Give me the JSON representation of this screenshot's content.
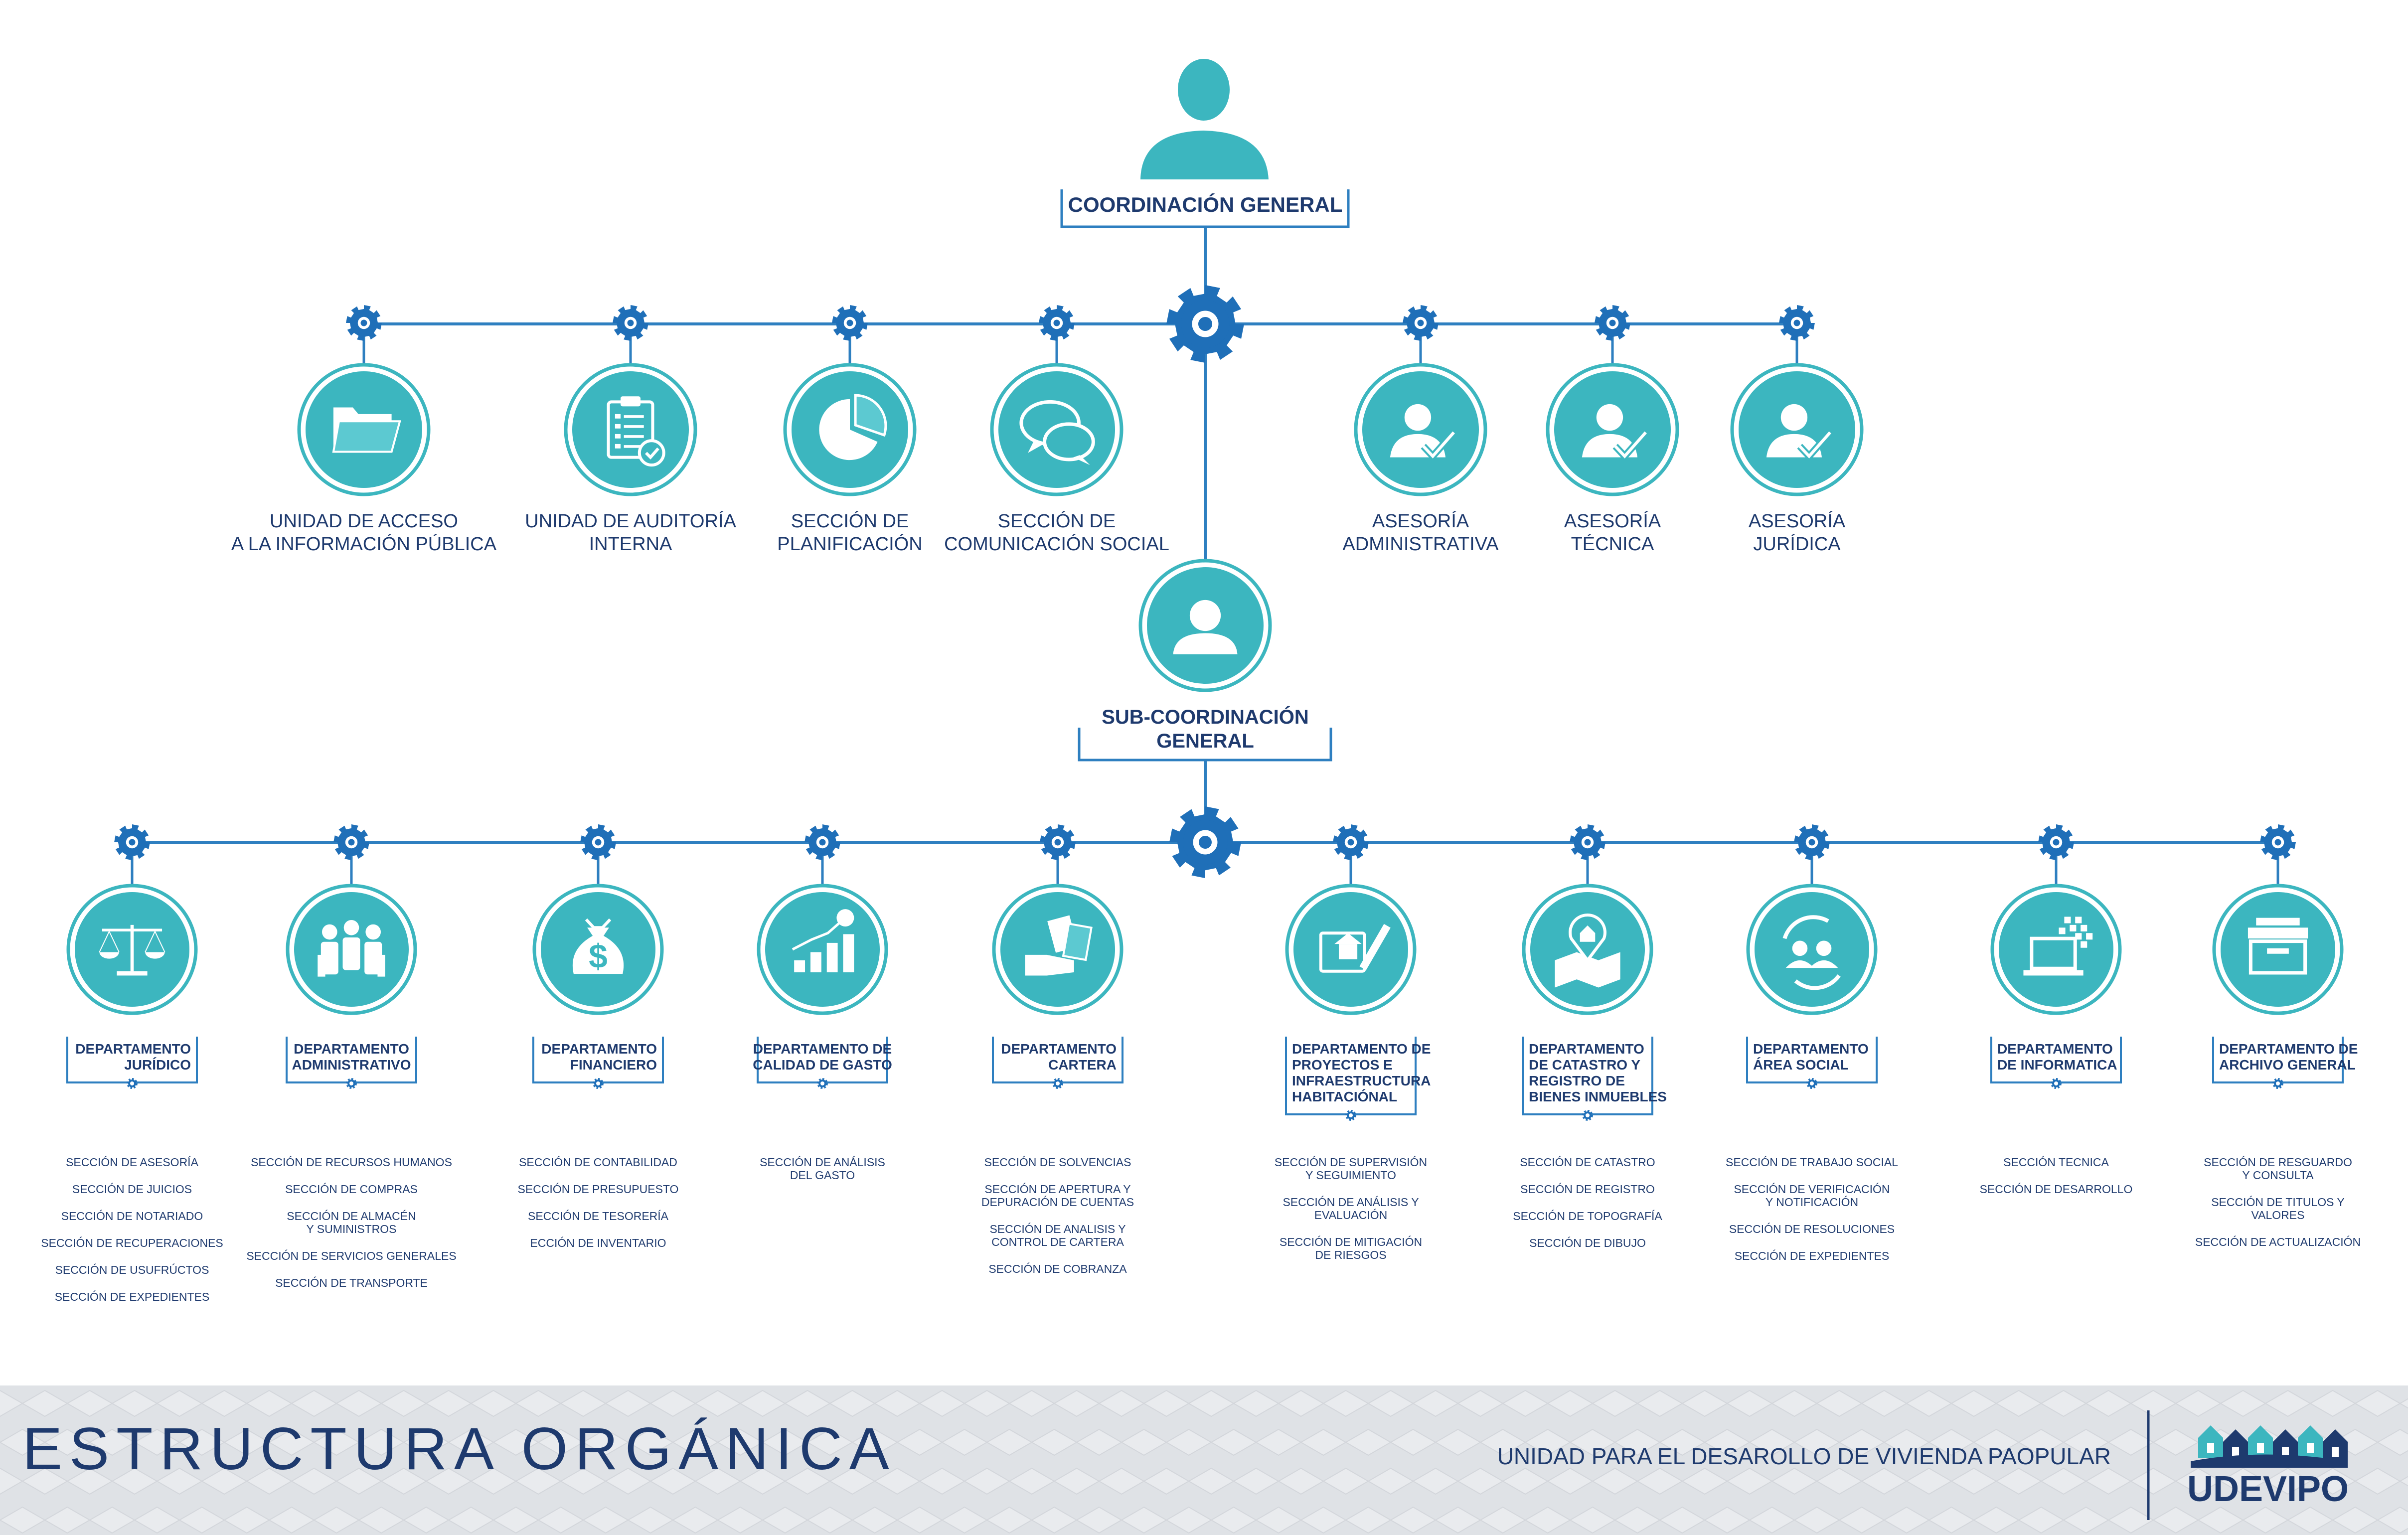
{
  "colors": {
    "navy": "#1e3a6e",
    "teal": "#3cb6bf",
    "line": "#2e7fc0",
    "gear": "#1f6fb8",
    "footer_bg": "#dfe2e6"
  },
  "top": {
    "title": "COORDINACIÓN GENERAL",
    "icon": "person-icon"
  },
  "advisory_units": [
    {
      "lines": [
        "UNIDAD DE ACCESO",
        "A LA INFORMACIÓN PÚBLICA"
      ],
      "icon": "folder-icon"
    },
    {
      "lines": [
        "UNIDAD DE AUDITORÍA",
        "INTERNA"
      ],
      "icon": "clipboard-icon"
    },
    {
      "lines": [
        "SECCIÓN DE",
        "PLANIFICACIÓN"
      ],
      "icon": "pie-chart-icon"
    },
    {
      "lines": [
        "SECCIÓN DE",
        "COMUNICACIÓN SOCIAL"
      ],
      "icon": "chat-bubbles-icon"
    },
    {
      "lines": [
        "ASESORÍA",
        "ADMINISTRATIVA"
      ],
      "icon": "advisor-check-icon"
    },
    {
      "lines": [
        "ASESORÍA",
        "TÉCNICA"
      ],
      "icon": "advisor-check-icon"
    },
    {
      "lines": [
        "ASESORÍA",
        "JURÍDICA"
      ],
      "icon": "advisor-check-icon"
    }
  ],
  "sub": {
    "title_lines": [
      "SUB-COORDINACIÓN",
      "GENERAL"
    ],
    "icon": "person-icon"
  },
  "departments": [
    {
      "lines": [
        "DEPARTAMENTO",
        "JURÍDICO"
      ],
      "align": "right",
      "icon": "scales-icon",
      "sections": [
        [
          "SECCIÓN DE ASESORÍA"
        ],
        [
          "SECCIÓN DE JUICIOS"
        ],
        [
          "SECCIÓN DE NOTARIADO"
        ],
        [
          "SECCIÓN DE RECUPERACIONES"
        ],
        [
          "SECCIÓN DE USUFRÚCTOS"
        ],
        [
          "SECCIÓN DE EXPEDIENTES"
        ]
      ]
    },
    {
      "lines": [
        "DEPARTAMENTO",
        "ADMINISTRATIVO"
      ],
      "align": "center",
      "icon": "staff-group-icon",
      "sections": [
        [
          "SECCIÓN DE RECURSOS HUMANOS"
        ],
        [
          "SECCIÓN DE COMPRAS"
        ],
        [
          "SECCIÓN DE ALMACÉN",
          "Y SUMINISTROS"
        ],
        [
          "SECCIÓN DE SERVICIOS GENERALES"
        ],
        [
          "SECCIÓN DE TRANSPORTE"
        ]
      ]
    },
    {
      "lines": [
        "DEPARTAMENTO",
        "FINANCIERO"
      ],
      "align": "right",
      "icon": "money-bag-icon",
      "sections": [
        [
          "SECCIÓN DE CONTABILIDAD"
        ],
        [
          "SECCIÓN DE PRESUPUESTO"
        ],
        [
          "SECCIÓN DE TESORERÍA"
        ],
        [
          "ECCIÓN DE INVENTARIO"
        ]
      ]
    },
    {
      "lines": [
        "DEPARTAMENTO DE",
        "CALIDAD DE GASTO"
      ],
      "align": "center",
      "icon": "growth-chart-icon",
      "sections": [
        [
          "SECCIÓN DE ANÁLISIS",
          "DEL GASTO"
        ]
      ]
    },
    {
      "lines": [
        "DEPARTAMENTO",
        "CARTERA"
      ],
      "align": "right",
      "icon": "cash-hand-icon",
      "sections": [
        [
          "SECCIÓN DE SOLVENCIAS"
        ],
        [
          "SECCIÓN DE APERTURA Y",
          "DEPURACIÓN DE CUENTAS"
        ],
        [
          "SECCIÓN DE ANALISIS Y",
          "CONTROL DE CARTERA"
        ],
        [
          "SECCIÓN DE COBRANZA"
        ]
      ]
    },
    {
      "lines": [
        "DEPARTAMENTO DE",
        "PROYECTOS E",
        "INFRAESTRUCTURA",
        "HABITACIÓNAL"
      ],
      "align": "left",
      "icon": "house-design-icon",
      "sections": [
        [
          "SECCIÓN DE SUPERVISIÓN",
          "Y SEGUIMIENTO"
        ],
        [
          "SECCIÓN DE ANÁLISIS Y",
          "EVALUACIÓN"
        ],
        [
          "SECCIÓN DE MITIGACIÓN",
          "DE RIESGOS"
        ]
      ]
    },
    {
      "lines": [
        "DEPARTAMENTO",
        "DE CATASTRO Y",
        "REGISTRO DE",
        "BIENES INMUEBLES"
      ],
      "align": "left",
      "icon": "map-pin-icon",
      "sections": [
        [
          "SECCIÓN DE CATASTRO"
        ],
        [
          "SECCIÓN DE REGISTRO"
        ],
        [
          "SECCIÓN DE TOPOGRAFÍA"
        ],
        [
          "SECCIÓN DE DIBUJO"
        ]
      ]
    },
    {
      "lines": [
        "DEPARTAMENTO",
        "ÁREA SOCIAL"
      ],
      "align": "left",
      "icon": "social-exchange-icon",
      "sections": [
        [
          "SECCIÓN DE TRABAJO SOCIAL"
        ],
        [
          "SECCIÓN DE VERIFICACIÓN",
          "Y NOTIFICACIÓN"
        ],
        [
          "SECCIÓN DE RESOLUCIONES"
        ],
        [
          "SECCIÓN DE EXPEDIENTES"
        ]
      ]
    },
    {
      "lines": [
        "DEPARTAMENTO",
        "DE INFORMATICA"
      ],
      "align": "left",
      "icon": "laptop-icon",
      "sections": [
        [
          "SECCIÓN TECNICA"
        ],
        [
          "SECCIÓN DE DESARROLLO"
        ]
      ]
    },
    {
      "lines": [
        "DEPARTAMENTO DE",
        "ARCHIVO GENERAL"
      ],
      "align": "left",
      "icon": "archive-box-icon",
      "sections": [
        [
          "SECCIÓN DE RESGUARDO",
          "Y CONSULTA"
        ],
        [
          "SECCIÓN DE TITULOS Y",
          "VALORES"
        ],
        [
          "SECCIÓN DE ACTUALIZACIÓN"
        ]
      ]
    }
  ],
  "footer": {
    "title": "ESTRUCTURA ORGÁNICA",
    "subtitle": "UNIDAD PARA EL DESAROLLO DE VIVIENDA PAOPULAR",
    "logo_text": "UDEVIPO"
  }
}
